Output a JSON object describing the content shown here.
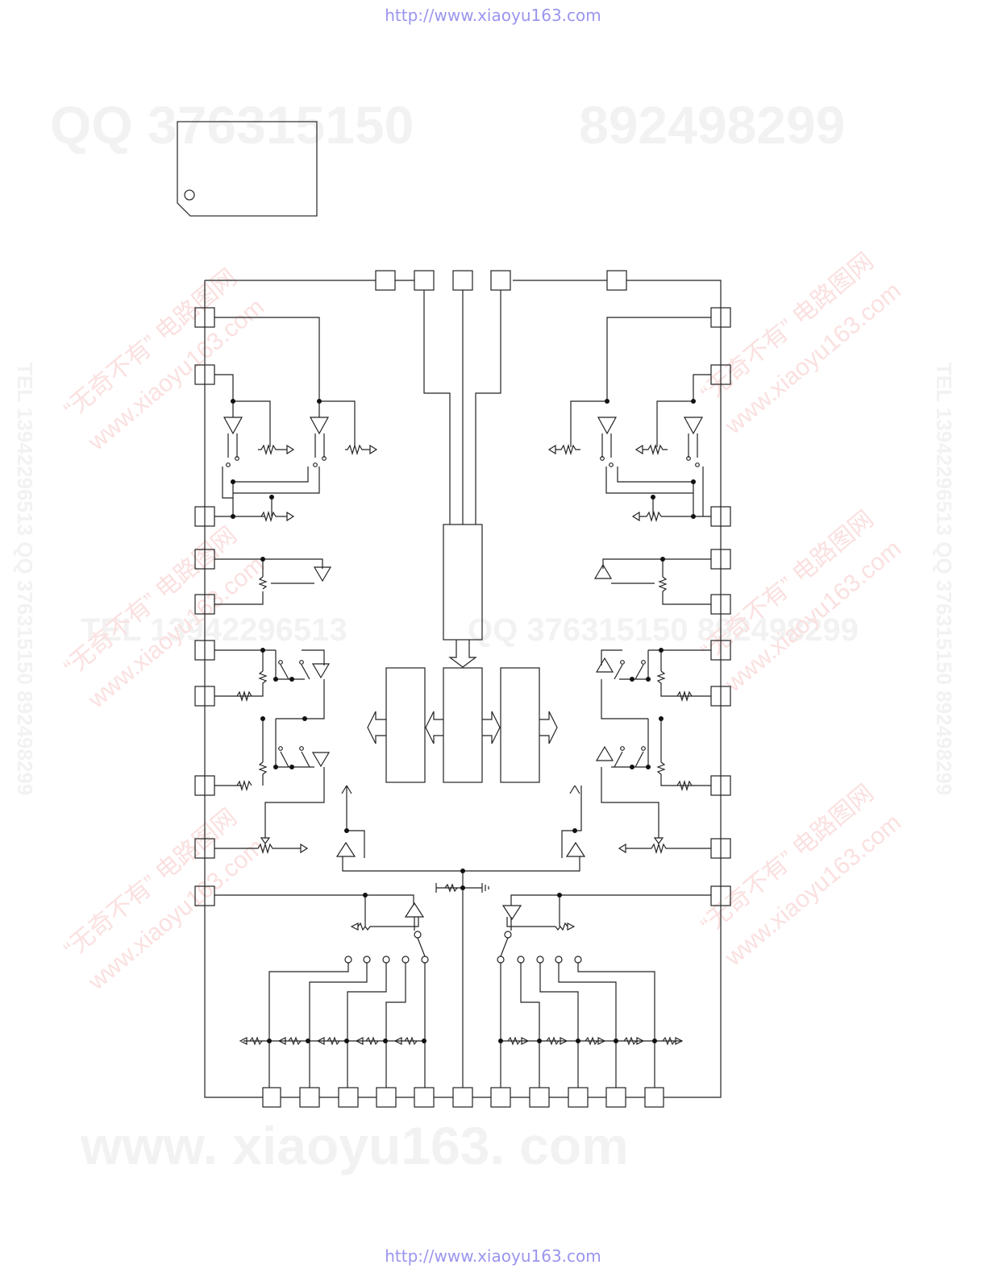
{
  "header": {
    "url": "http://www.xiaoyu163.com"
  },
  "footer": {
    "url": "http://www.xiaoyu163.com"
  },
  "watermarks": {
    "qq_top_1": "QQ 376315150",
    "qq_top_2": "892498299",
    "tel_mid": "TEL 13942296513",
    "qq_mid": "QQ 376315150 892498299",
    "site_bottom": "www. xiaoyu163. com",
    "red_cn": "“无奇不有” 电路图网",
    "red_site": "www.xiaoyu163.com",
    "vertical": "TEL 13942296513 QQ 376315150 892498299",
    "colors": {
      "grey": "#f2f2f2",
      "red": "#fbe0e0",
      "url": "#9a95ee"
    }
  },
  "diagram": {
    "type": "ic-block-diagram",
    "pin_count_bottom": 11,
    "pin_count_top": 5
  }
}
